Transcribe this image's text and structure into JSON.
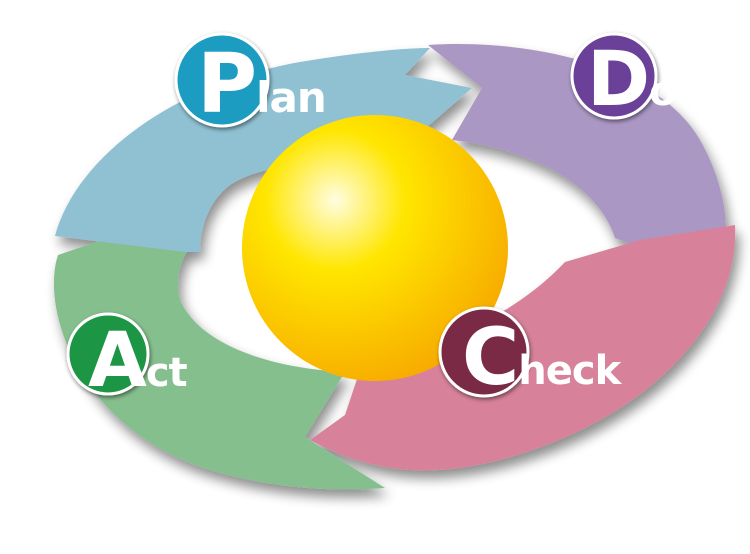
{
  "diagram": {
    "steps": [
      {
        "id": "plan",
        "initial": "P",
        "rest": "lan",
        "segment_color": "#8fc1d2",
        "badge_color": "#1a9cc0"
      },
      {
        "id": "do",
        "initial": "D",
        "rest": "o",
        "segment_color": "#ab97c4",
        "badge_color": "#6b3f98"
      },
      {
        "id": "check",
        "initial": "C",
        "rest": "heck",
        "segment_color": "#d7829a",
        "badge_color": "#7a2a44"
      },
      {
        "id": "act",
        "initial": "A",
        "rest": "ct",
        "segment_color": "#86bf8e",
        "badge_color": "#1f9645"
      }
    ],
    "center_sphere": {
      "colors": [
        "#fffde0",
        "#ffe600",
        "#f7a800"
      ]
    }
  }
}
